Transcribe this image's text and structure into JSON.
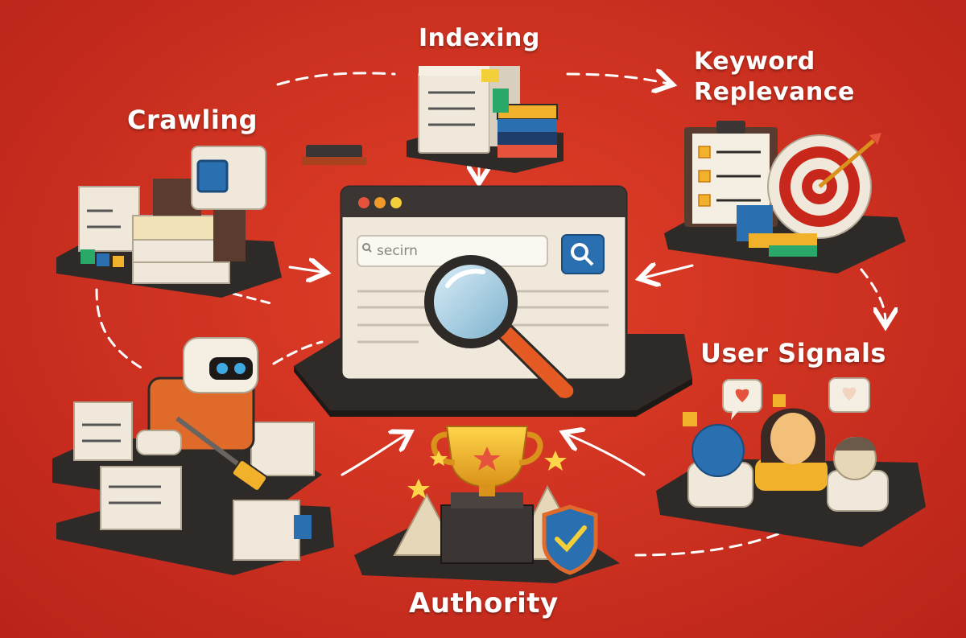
{
  "labels": {
    "indexing": "Indexing",
    "crawling": "Crawling",
    "keyword_line1": "Keyword",
    "keyword_line2": "Replevance",
    "user_signals": "User Signals",
    "authority": "Authority"
  },
  "browser": {
    "search_text": "secirn"
  },
  "icons": [
    "search-icon",
    "magnifier-icon",
    "robot-icon",
    "trophy-icon",
    "shield-check-icon",
    "target-icon",
    "checklist-icon",
    "heart-bubble-icon",
    "document-stack-icon"
  ],
  "colors": {
    "background": "#d03321",
    "platform": "#2e2a28",
    "paper": "#efe8db",
    "accent_blue": "#2a6fb0",
    "gold": "#f2b12a"
  }
}
